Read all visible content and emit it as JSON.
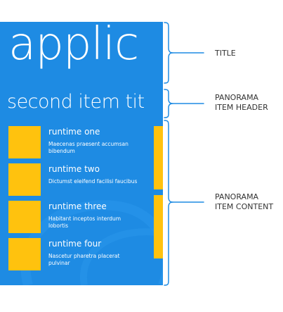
{
  "phone": {
    "title": "applic",
    "item_header": "second item tit",
    "items": [
      {
        "title": "runtime one",
        "description": "Maecenas praesent accumsan bibendum"
      },
      {
        "title": "runtime two",
        "description": "Dictumst eleifend facilisi faucibus"
      },
      {
        "title": "runtime three",
        "description": "Habitant inceptos interdum lobortis"
      },
      {
        "title": "runtime four",
        "description": "Nascetur pharetra placerat pulvinar"
      }
    ]
  },
  "annotations": {
    "title": "TITLE",
    "panorama_item_header": "PANORAMA\nITEM HEADER",
    "panorama_item_content": "PANORAMA\nITEM CONTENT"
  },
  "colors": {
    "phone_background": "#1e8be3",
    "tile": "#ffc20e",
    "text": "#ffffff",
    "callout": "#1e8be3"
  }
}
